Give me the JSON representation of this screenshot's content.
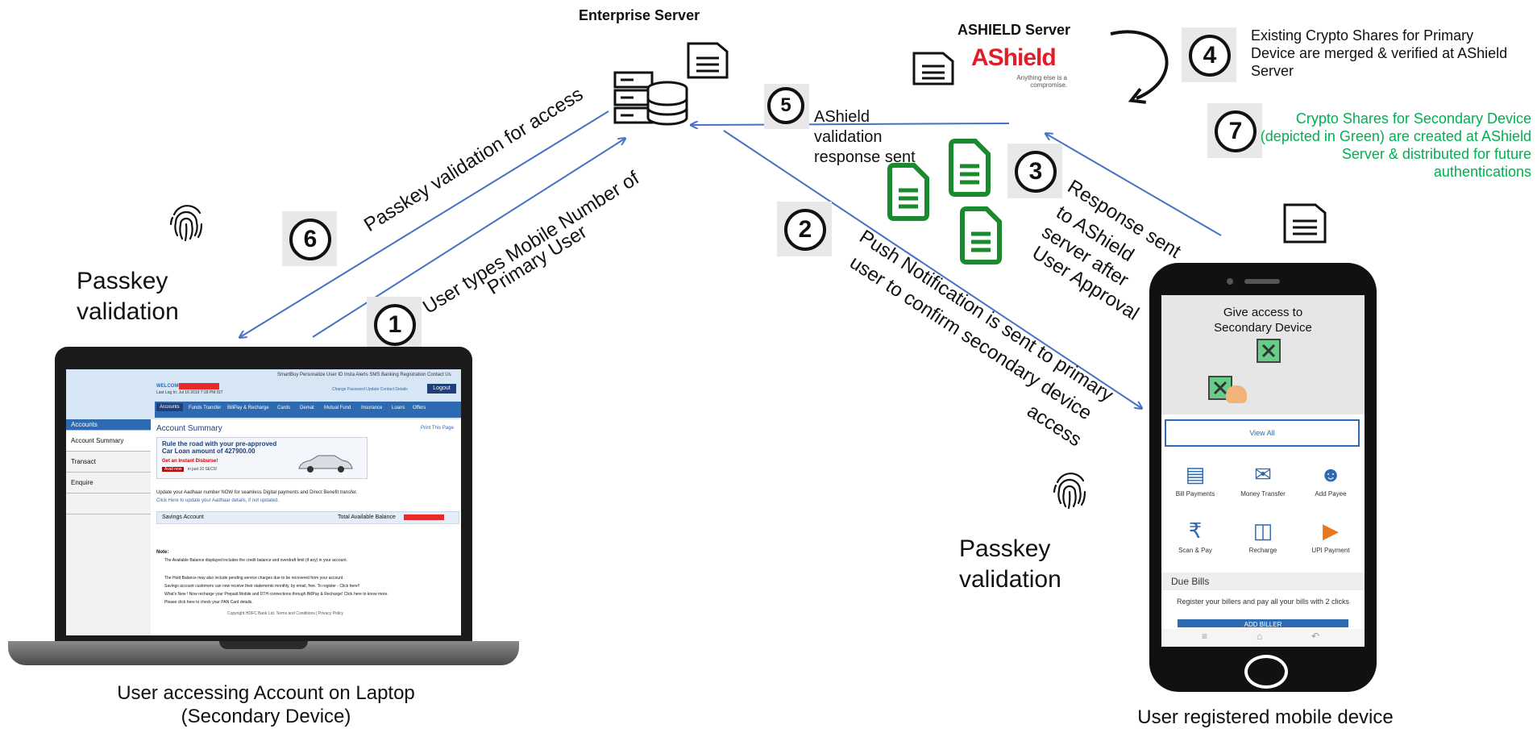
{
  "labels": {
    "enterprise_server": "Enterprise Server",
    "ashield_server": "ASHIELD Server",
    "ashield_logo": "AShield",
    "ashield_tagline": "Anything else is a compromise.",
    "laptop_caption_1": "User accessing Account on Laptop",
    "laptop_caption_2": "(Secondary Device)",
    "phone_caption": "User registered mobile device",
    "passkey_left": "Passkey validation",
    "passkey_right": "Passkey validation",
    "note_4": "Existing Crypto Shares for Primary Device are merged & verified at AShield Server",
    "note_7": "Crypto Shares for Secondary Device (depicted in Green) are created at AShield Server & distributed for future authentications"
  },
  "steps": [
    {
      "num": "1",
      "text_1": "User types Mobile Number of",
      "text_2": "Primary User"
    },
    {
      "num": "2",
      "text_1": "Push Notification is sent to primary",
      "text_2": "user to confirm secondary device",
      "text_3": "access"
    },
    {
      "num": "3",
      "text_1": "Response sent",
      "text_2": "to AShield",
      "text_3": "server after",
      "text_4": "User Approval"
    },
    {
      "num": "4"
    },
    {
      "num": "5",
      "text": "AShield validation response sent"
    },
    {
      "num": "6",
      "text": "Passkey validation for access"
    },
    {
      "num": "7"
    }
  ],
  "laptop_screen": {
    "welcome": "WELCOME",
    "last_login": "Last Log In: Jul 16 2019 7:18 PM IST",
    "top_links": "SmartBuy   Personalize User ID  Insta Alerts  SMS Banking Registration  Contact Us",
    "change_password": "Change Password     Update Contact Details",
    "logout": "Logout",
    "nav": [
      "Accounts",
      "Funds Transfer",
      "BillPay & Recharge",
      "Cards",
      "Demat",
      "Mutual Fund",
      "Insurance",
      "Loans",
      "Offers"
    ],
    "side_header": "Accounts",
    "side_items": [
      "Account Summary",
      "Transact",
      "Enquire",
      ""
    ],
    "title": "Account Summary",
    "print": "Print This Page",
    "banner_title": "Rule the road with your pre-approved Car Loan amount of 427900.00",
    "banner_sub": "Get an Instant Disburse!",
    "banner_btn": "Avail now",
    "banner_tail": "in just 10 SECS!",
    "aadhaar_line": "Update your Aadhaar number NOW for seamless Digital payments and Direct Benefit transfer.",
    "aadhaar_link": "Click Here to update your Aadhaar details, if not updated.",
    "savings": "Savings Account",
    "total_balance": "Total Available Balance",
    "note_title": "Note:",
    "notes": [
      "The Available Balance displayed includes the credit balance and overdraft limit (if any) in your account.",
      "The Hold Balance may also include pending service charges due to be recovered from your account.",
      "Savings account customers can now receive their statements monthly, by email, free. To register - Click here!!",
      "What's New ! Now recharge your Prepaid Mobile and DTH connections through BillPay & Recharge! Click here to know more.",
      "Please click here to check your PAN Card details."
    ],
    "copyright": "Copyright HDFC Bank Ltd. Terms and Conditions | Privacy Policy"
  },
  "phone_screen": {
    "give_access": "Give access to Secondary Device",
    "view_all": "View All",
    "tiles": [
      {
        "label": "Bill Payments",
        "icon": "bill-icon"
      },
      {
        "label": "Money Transfer",
        "icon": "rupee-envelope-icon"
      },
      {
        "label": "Add Payee",
        "icon": "add-user-icon"
      },
      {
        "label": "Scan & Pay",
        "icon": "bharat-qr-icon"
      },
      {
        "label": "Recharge",
        "icon": "battery-icon"
      },
      {
        "label": "UPI Payment",
        "icon": "upi-icon"
      }
    ],
    "due_bills": "Due Bills",
    "due_text": "Register your billers and pay all your bills with 2 clicks",
    "add_biller": "ADD BILLER"
  },
  "colors": {
    "arrow": "#4472c4",
    "green_share": "#1a8a2e",
    "note_green": "#00b050",
    "nav_blue": "#2e6ab2"
  }
}
